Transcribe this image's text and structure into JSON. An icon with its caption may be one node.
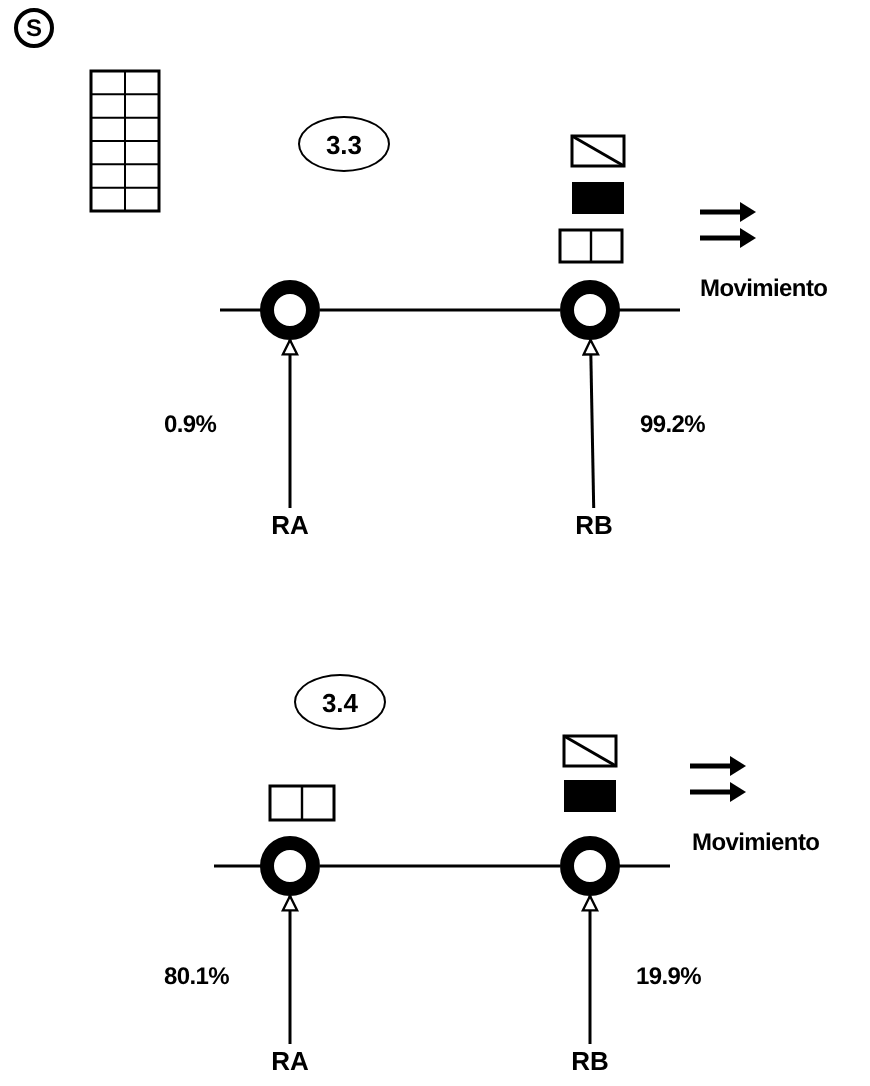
{
  "diagram": {
    "nodes": [
      {
        "text": [
          "S"
        ]
      },
      {
        "text": [
          "3.3"
        ]
      },
      {
        "text": [],
        "shape": "circle"
      },
      {
        "text": [],
        "shape": "circle"
      },
      {
        "text": [
          "RA"
        ]
      },
      {
        "text": [
          "RB"
        ]
      },
      {
        "text": [
          "3.4"
        ]
      },
      {
        "text": [],
        "shape": "circle"
      },
      {
        "text": [],
        "shape": "circle"
      },
      {
        "text": [
          "RA"
        ]
      },
      {
        "text": [
          "RB"
        ]
      }
    ],
    "edges": [
      {
        "from": 2,
        "to": 3,
        "arrow": "none"
      },
      {
        "from": 4,
        "to": 2,
        "arrow": "to"
      },
      {
        "from": 5,
        "to": 3,
        "arrow": "to"
      },
      {
        "from": 7,
        "to": 8,
        "arrow": "none"
      },
      {
        "from": 9,
        "to": 7,
        "arrow": "to"
      },
      {
        "from": 10,
        "to": 8,
        "arrow": "to"
      }
    ],
    "labels": [
      "Movimiento",
      "0.9%",
      "99.2%",
      "Movimiento",
      "80.1%",
      "19.9%"
    ]
  }
}
